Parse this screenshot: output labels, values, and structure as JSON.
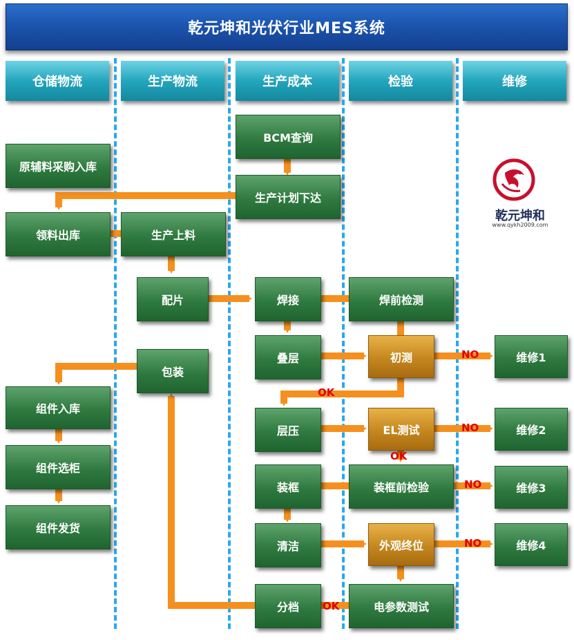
{
  "title": "乾元坤和光伏行业MES系统",
  "lanes": [
    "仓储物流",
    "生产物流",
    "生产成本",
    "检验",
    "维修"
  ],
  "nodes": {
    "bcm": "BCM查询",
    "plan": "生产计划下达",
    "purchase": "原辅料采购入库",
    "pick": "领料出库",
    "feed": "生产上料",
    "cell": "配片",
    "weld": "焊接",
    "preweld": "焊前检测",
    "stack": "叠层",
    "firsttest": "初测",
    "repair1": "维修1",
    "pack": "包装",
    "laminate": "层压",
    "el": "EL测试",
    "repair2": "维修2",
    "module_in": "组件入库",
    "frame": "装框",
    "preframe": "装框前检验",
    "repair3": "维修3",
    "cabinet": "组件选柜",
    "clean": "清洁",
    "appearance": "外观终位",
    "repair4": "维修4",
    "ship": "组件发货",
    "grade": "分档",
    "elec": "电参数测试"
  },
  "labels": {
    "ok": "OK",
    "no": "NO"
  },
  "logo": {
    "name": "乾元坤和",
    "url": "www.qykh2009.com"
  },
  "colors": {
    "title": "#1c55b0",
    "lane_header": "#23a6bd",
    "node_green": "#2f7a40",
    "node_gold": "#c4871f",
    "arrow": "#f5901e",
    "divider": "#2aa8ef",
    "label_red": "#e00000"
  }
}
